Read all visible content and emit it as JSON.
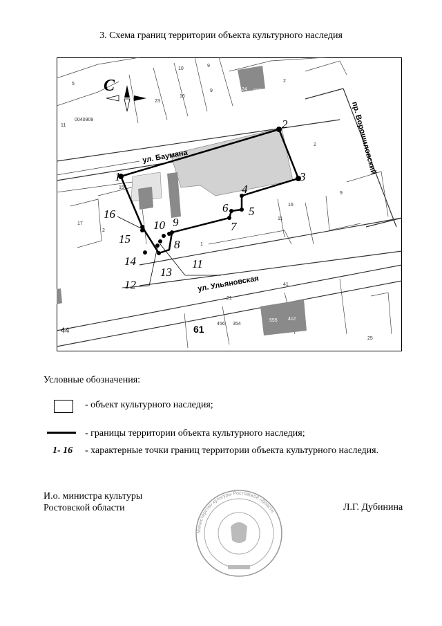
{
  "title": "3. Схема границ территории объекта культурного наследия",
  "map": {
    "north_label": "С",
    "streets": [
      "ул. Баумана",
      "ул. Ульяновская",
      "пр. Ворошиловский"
    ],
    "parcel_labels": [
      "5",
      "10",
      "9",
      "2",
      "24",
      "003",
      "11",
      "0040909",
      "23",
      "16",
      "9",
      "15",
      "2",
      "9",
      "16",
      "17",
      "2",
      "1",
      "11",
      "21",
      "41",
      "456",
      "354",
      "555",
      "4c2",
      "25",
      "44",
      "61"
    ],
    "points": [
      "1",
      "2",
      "3",
      "4",
      "5",
      "6",
      "7",
      "8",
      "9",
      "10",
      "11",
      "12",
      "13",
      "14",
      "15",
      "16"
    ]
  },
  "legend": {
    "heading": "Условные обозначения:",
    "object_text": "- объект культурного наследия;",
    "boundary_text": "- границы территории объекта культурного наследия;",
    "points_symbol": "1- 16",
    "points_text": "- характерные точки границ территории объекта культурного наследия."
  },
  "signature": {
    "position_line1": "И.о. министра культуры",
    "position_line2": "Ростовской области",
    "name": "Л.Г. Дубинина"
  },
  "seal": {
    "text": "Министерство культуры Ростовской области"
  }
}
